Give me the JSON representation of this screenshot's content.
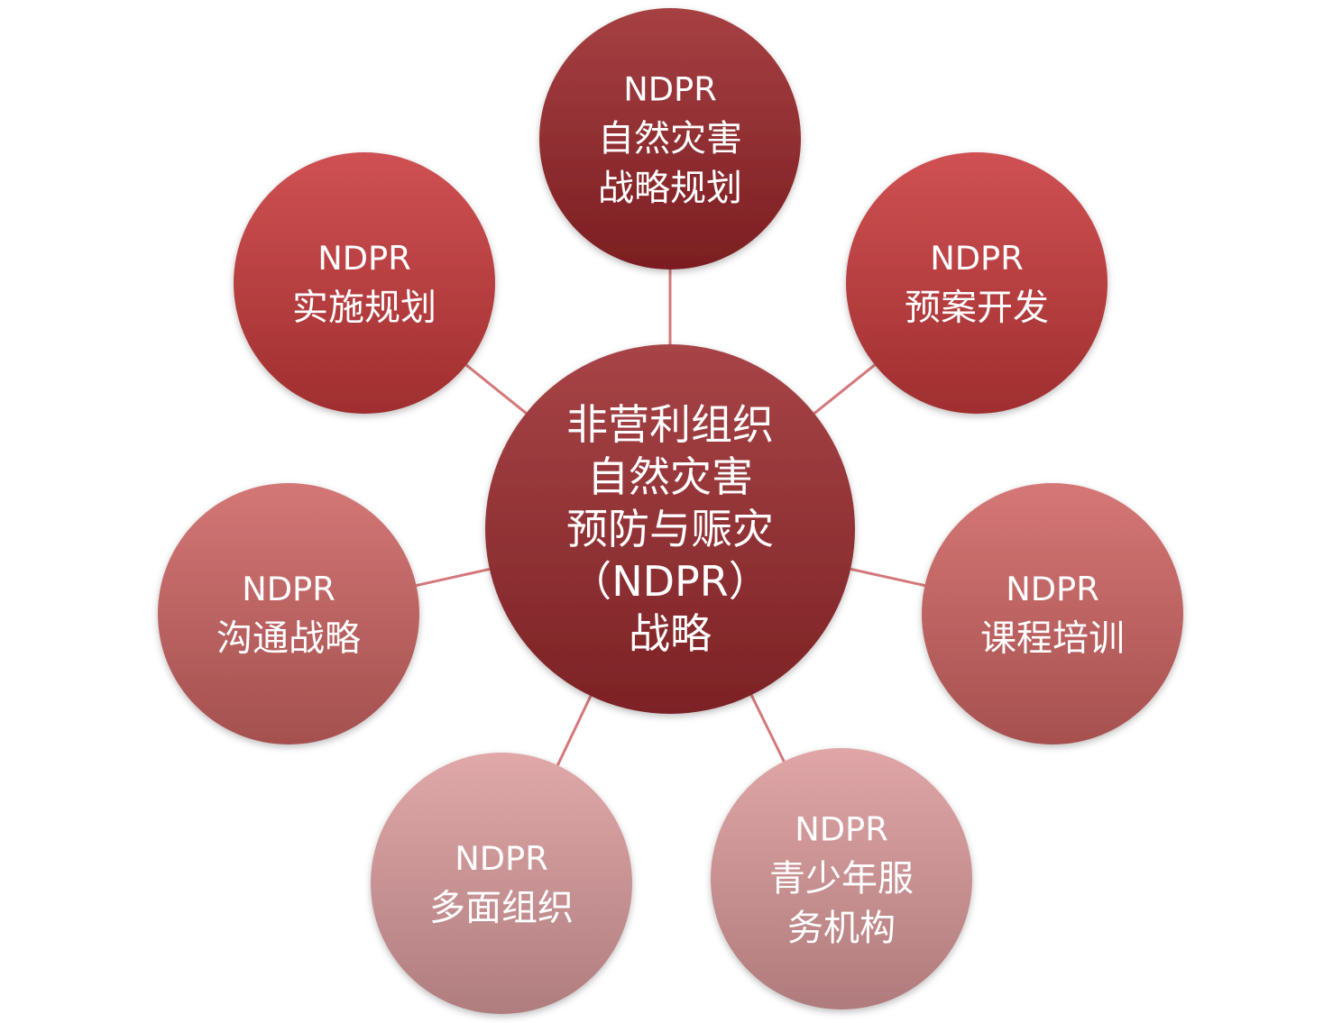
{
  "center": {
    "lines": [
      "非营利组织",
      "自然灾害",
      "预防与赈灾",
      "（NDPR）",
      "战略"
    ],
    "color": "#9b2a2e"
  },
  "nodes": [
    {
      "id": "strategic-planning",
      "lines": [
        "NDPR",
        "自然灾害",
        "战略规划"
      ],
      "color": "#9a2629"
    },
    {
      "id": "plan-development",
      "lines": [
        "NDPR",
        "预案开发"
      ],
      "color": "#c8393b"
    },
    {
      "id": "course-training",
      "lines": [
        "NDPR",
        "课程培训"
      ],
      "color": "#cf6463"
    },
    {
      "id": "youth-service",
      "lines": [
        "NDPR",
        "青少年服",
        "务机构"
      ],
      "color": "#dc9a9b"
    },
    {
      "id": "multi-org",
      "lines": [
        "NDPR",
        "多面组织"
      ],
      "color": "#dc9c9d"
    },
    {
      "id": "communication-strategy",
      "lines": [
        "NDPR",
        "沟通战略"
      ],
      "color": "#cd6463"
    },
    {
      "id": "implementation-planning",
      "lines": [
        "NDPR",
        "实施规划"
      ],
      "color": "#c8393b"
    }
  ],
  "connector_color": "#d4787a"
}
